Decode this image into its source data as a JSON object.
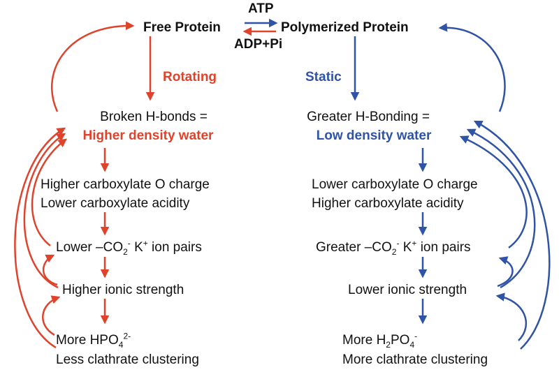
{
  "colors": {
    "red": "#e0432c",
    "blue": "#2f53a6",
    "text": "#111111"
  },
  "top": {
    "free_protein": "Free Protein",
    "polymerized_protein": "Polymerized Protein",
    "atp": "ATP",
    "adp_pi": "ADP+Pi"
  },
  "left": {
    "state": "Rotating",
    "line1": "Broken H-bonds =",
    "line2": "Higher density water",
    "line3": "Higher carboxylate O charge",
    "line4": "Lower carboxylate acidity",
    "ion_pairs": {
      "prefix": "Lower –CO",
      "sub": "2",
      "sup1": "-",
      "mid": " K",
      "sup2": "+",
      "suffix": " ion pairs"
    },
    "ionic": "Higher ionic strength",
    "phosphate": {
      "prefix": "More HPO",
      "sub": "4",
      "sup": "2-"
    },
    "clathrate": "Less clathrate clustering"
  },
  "right": {
    "state": "Static",
    "line1": "Greater H-Bonding =",
    "line2": "Low density water",
    "line3": "Lower carboxylate O charge",
    "line4": "Higher carboxylate acidity",
    "ion_pairs": {
      "prefix": "Greater –CO",
      "sub": "2",
      "sup1": "-",
      "mid": " K",
      "sup2": "+",
      "suffix": " ion pairs"
    },
    "ionic": "Lower ionic strength",
    "phosphate": {
      "prefix": "More H",
      "sub1": "2",
      "mid": "PO",
      "sub2": "4",
      "sup": "-"
    },
    "clathrate": "More clathrate clustering"
  }
}
